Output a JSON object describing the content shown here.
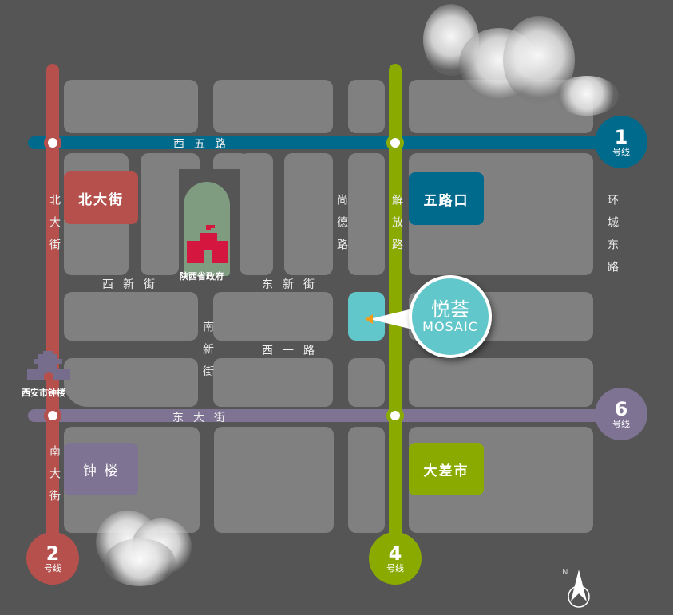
{
  "map": {
    "background": "#555555",
    "block_color": "#808080",
    "target_block_color": "#62c7cb"
  },
  "metro_lines": [
    {
      "id": "line1",
      "number": "1",
      "suffix": "号线",
      "color": "#006a8c",
      "orientation": "horizontal"
    },
    {
      "id": "line2",
      "number": "2",
      "suffix": "号线",
      "color": "#b5504c",
      "orientation": "vertical"
    },
    {
      "id": "line4",
      "number": "4",
      "suffix": "号线",
      "color": "#8aaa00",
      "orientation": "vertical"
    },
    {
      "id": "line6",
      "number": "6",
      "suffix": "号线",
      "color": "#7e7393",
      "orientation": "horizontal"
    }
  ],
  "stations": {
    "beidajie": "北大街",
    "wulukou": "五路口",
    "zhonglou": "钟 楼",
    "dachashi": "大差市"
  },
  "streets": {
    "xiwulu": "西五路",
    "xixinjie": "西新街",
    "dongxinjie": "东新街",
    "xiyilu": "西一路",
    "dongdajie": "东大街",
    "beidajie": "北大街",
    "nandajie": "南大街",
    "nanxinjie": "南新街",
    "shangdelu": "尚德路",
    "jiefanglu": "解放路",
    "huanchengdonglu": "环城东路"
  },
  "landmarks": {
    "government": "陕西省政府",
    "bell_tower": "西安市钟楼"
  },
  "destination": {
    "name_cn": "悦荟",
    "name_en": "MOSAIC"
  },
  "compass": {
    "label": "N"
  }
}
